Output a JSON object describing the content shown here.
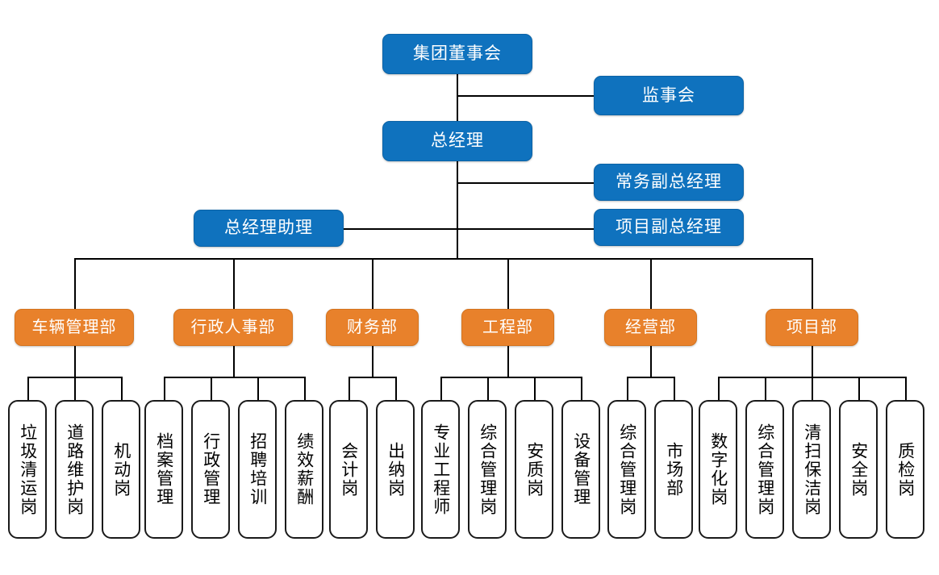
{
  "chart": {
    "type": "org-chart",
    "title": "",
    "colors": {
      "executive_box": "#0F72BE",
      "department_box": "#E8812B",
      "position_box_border": "#1a1a1a",
      "position_box_fill": "#ffffff",
      "connector_line": "#000000",
      "executive_text": "#ffffff",
      "department_text": "#ffffff",
      "position_text": "#000000"
    }
  },
  "executives": {
    "board": "集团董事会",
    "supervisory_board": "监事会",
    "general_manager": "总经理",
    "executive_deputy_gm": "常务副总经理",
    "project_deputy_gm": "项目副总经理",
    "gm_assistant": "总经理助理"
  },
  "departments": [
    {
      "id": "vehicle",
      "label": "车辆管理部",
      "positions": [
        "垃圾清运岗",
        "道路维护岗",
        "机动岗"
      ]
    },
    {
      "id": "admin-hr",
      "label": "行政人事部",
      "positions": [
        "档案管理",
        "行政管理",
        "招聘培训",
        "绩效薪酬"
      ]
    },
    {
      "id": "finance",
      "label": "财务部",
      "positions": [
        "会计岗",
        "出纳岗"
      ]
    },
    {
      "id": "engineering",
      "label": "工程部",
      "positions": [
        "专业工程师",
        "综合管理岗",
        "安质岗",
        "设备管理"
      ]
    },
    {
      "id": "operations",
      "label": "经营部",
      "positions": [
        "综合管理岗",
        "市场部"
      ]
    },
    {
      "id": "project",
      "label": "项目部",
      "positions": [
        "数字化岗",
        "综合管理岗",
        "清扫保洁岗",
        "安全岗",
        "质检岗"
      ]
    }
  ]
}
